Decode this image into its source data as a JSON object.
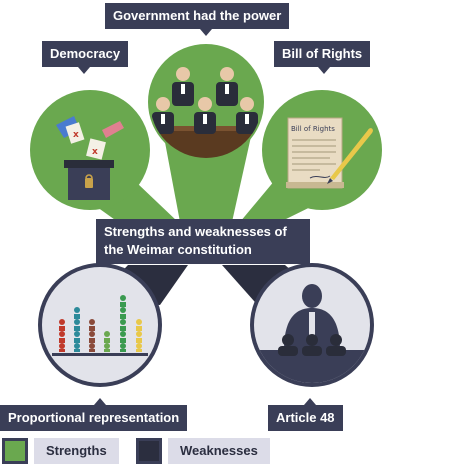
{
  "diagram": {
    "title": "Strengths and weaknesses of the Weimar constitution",
    "labels": {
      "government": "Government had the power",
      "democracy": "Democracy",
      "bill_of_rights": "Bill of Rights",
      "proportional": "Proportional representation",
      "article48": "Article 48"
    },
    "document_text": "Bill of Rights"
  },
  "legend": {
    "strengths": "Strengths",
    "weaknesses": "Weaknesses"
  },
  "colors": {
    "strength": "#6aa84f",
    "weakness": "#3a3e57",
    "label_bg": "#3a3e57",
    "legend_bg": "#dcdce8"
  }
}
